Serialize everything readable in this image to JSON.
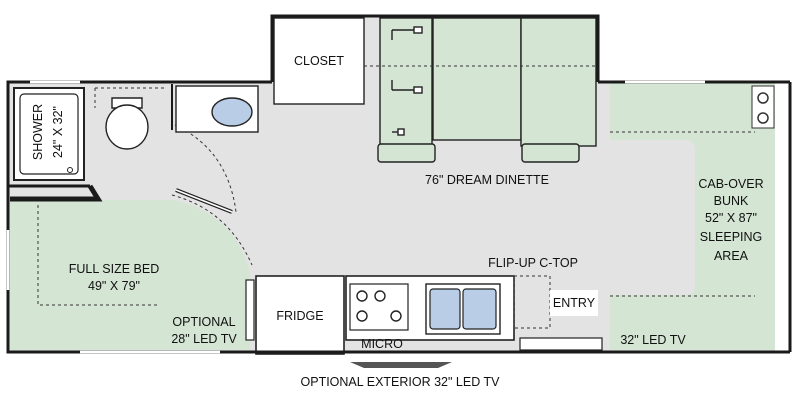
{
  "labels": {
    "closet": "CLOSET",
    "shower_line1": "SHOWER",
    "shower_line2": "24\" X 32\"",
    "dinette": "76\" DREAM DINETTE",
    "cabover_line1": "CAB-OVER",
    "cabover_line2": "BUNK",
    "cabover_line3": "52\" X 87\"",
    "cabover_line4": "SLEEPING",
    "cabover_line5": "AREA",
    "bed_line1": "FULL SIZE BED",
    "bed_line2": "49\" X 79\"",
    "fridge": "FRIDGE",
    "optional_tv_line1": "OPTIONAL",
    "optional_tv_line2": "28\" LED TV",
    "micro": "MICRO",
    "flip_up": "FLIP-UP C-TOP",
    "entry": "ENTRY",
    "tv32": "32\" LED TV",
    "exterior_tv": "OPTIONAL EXTERIOR 32\" LED TV"
  },
  "colors": {
    "wall": "#1a1a1a",
    "floor": "#e3e3e3",
    "furniture_green": "#d4e5d4",
    "sink_blue": "#b9cde6",
    "white": "#ffffff"
  }
}
